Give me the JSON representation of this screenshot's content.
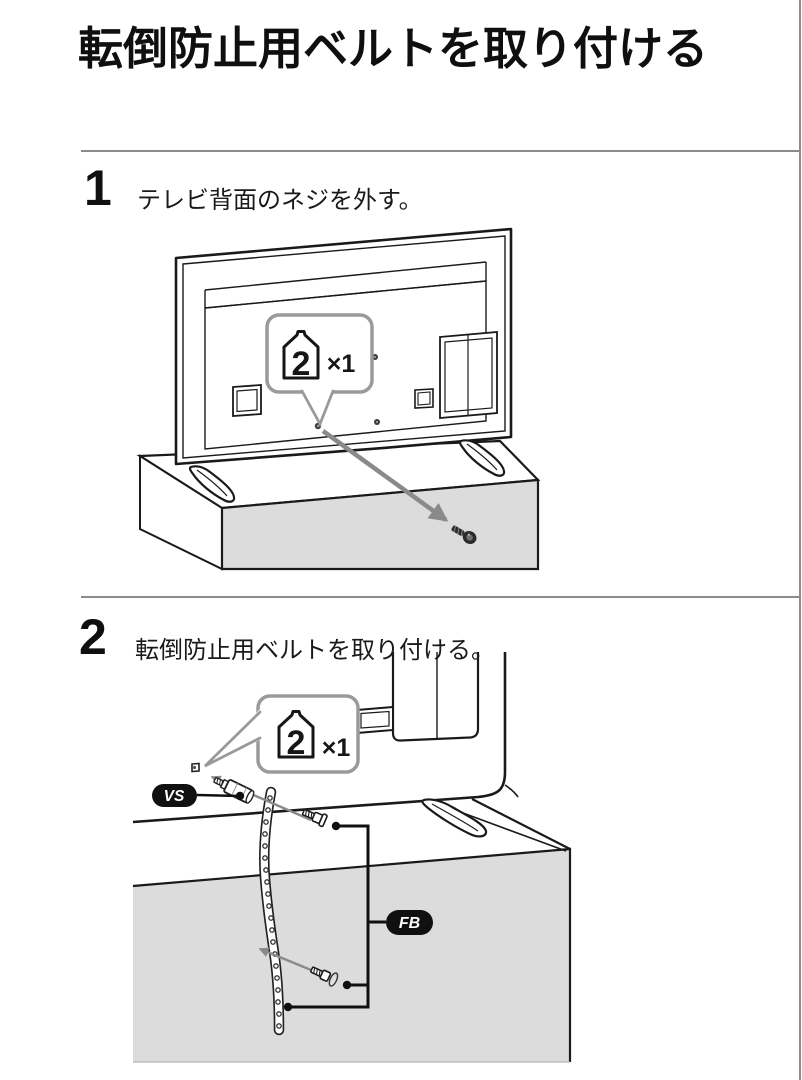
{
  "page": {
    "title": "転倒防止用ベルトを取り付ける"
  },
  "steps": [
    {
      "number": "1",
      "text": "テレビ背面のネジを外す。"
    },
    {
      "number": "2",
      "text": "転倒防止用ベルトを取り付ける。"
    }
  ],
  "illustration1": {
    "description": "tv-rear-remove-screw",
    "callout": {
      "house_number": "2",
      "count": "×1"
    }
  },
  "illustration2": {
    "description": "attach-fall-prevention-belt",
    "callout": {
      "house_number": "2",
      "count": "×1"
    },
    "labels": {
      "vs": "VS",
      "fb": "FB"
    }
  },
  "colors": {
    "line": "#1a1a1a",
    "callout_border": "#9a9a9a",
    "arrow_gray": "#8a8a8a",
    "table_gray": "#dcdcdc",
    "pill_bg": "#101010",
    "pill_text": "#ffffff",
    "divider": "#8c8c8c"
  }
}
